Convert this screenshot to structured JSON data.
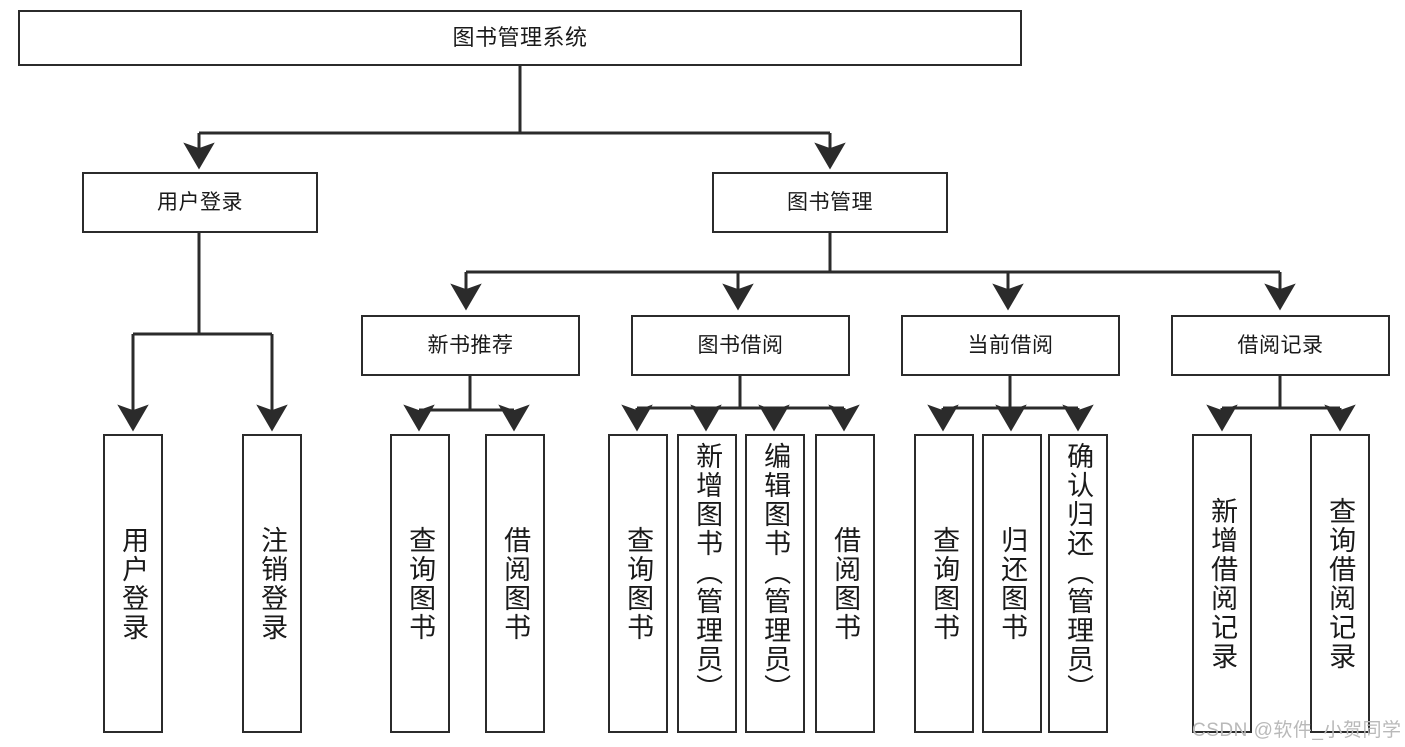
{
  "diagram": {
    "title": "图书管理系统",
    "type": "tree-hierarchy",
    "levels": 4,
    "nodes": {
      "root": {
        "label": "图书管理系统"
      },
      "level2": [
        {
          "label": "用户登录"
        },
        {
          "label": "图书管理"
        }
      ],
      "level3": [
        {
          "label": "新书推荐"
        },
        {
          "label": "图书借阅"
        },
        {
          "label": "当前借阅"
        },
        {
          "label": "借阅记录"
        }
      ],
      "leaves": {
        "user_login": [
          {
            "label": "用户登录"
          },
          {
            "label": "注销登录"
          }
        ],
        "new_book_recommend": [
          {
            "label": "查询图书"
          },
          {
            "label": "借阅图书"
          }
        ],
        "book_borrow": [
          {
            "label": "查询图书"
          },
          {
            "label": "新增图书（管理员）"
          },
          {
            "label": "编辑图书（管理员）"
          },
          {
            "label": "借阅图书"
          }
        ],
        "current_borrow": [
          {
            "label": "查询图书"
          },
          {
            "label": "归还图书"
          },
          {
            "label": "确认归还（管理员）"
          }
        ],
        "borrow_records": [
          {
            "label": "新增借阅记录"
          },
          {
            "label": "查询借阅记录"
          }
        ]
      }
    },
    "colors": {
      "stroke": "#2b2b2b",
      "fill": "#ffffff",
      "text": "#1a1a1a",
      "watermark": "#b9b9b9"
    }
  },
  "watermark": {
    "text": "CSDN @软件_小贺同学"
  }
}
